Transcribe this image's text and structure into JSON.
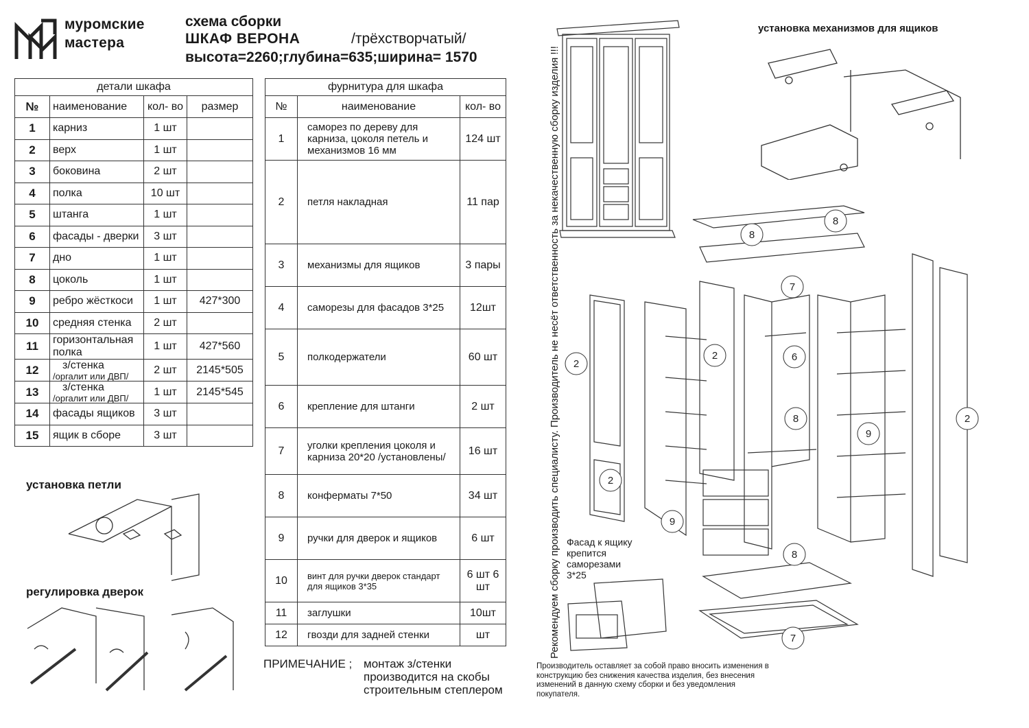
{
  "brand": {
    "line1": "муромские",
    "line2": "мастера"
  },
  "header": {
    "title": "схема сборки",
    "model": "ШКАФ  ВЕРОНА",
    "type": "/трёхстворчатый/",
    "dims": "высота=2260;глубина=635;ширина= 1570"
  },
  "parts": {
    "caption": "детали шкафа",
    "head": {
      "n": "№",
      "name": "наименование",
      "qty": "кол- во",
      "size": "размер"
    },
    "rows": [
      {
        "n": "1",
        "name": "карниз",
        "qty": "1 шт",
        "size": ""
      },
      {
        "n": "2",
        "name": "верх",
        "qty": "1 шт",
        "size": ""
      },
      {
        "n": "3",
        "name": "боковина",
        "qty": "2 шт",
        "size": ""
      },
      {
        "n": "4",
        "name": "полка",
        "qty": "10 шт",
        "size": ""
      },
      {
        "n": "5",
        "name": "штанга",
        "qty": "1 шт",
        "size": ""
      },
      {
        "n": "6",
        "name": "фасады - дверки",
        "qty": "3 шт",
        "size": ""
      },
      {
        "n": "7",
        "name": "дно",
        "qty": "1 шт",
        "size": ""
      },
      {
        "n": "8",
        "name": "цоколь",
        "qty": "1 шт",
        "size": ""
      },
      {
        "n": "9",
        "name": "ребро жёсткоси",
        "qty": "1 шт",
        "size": "427*300"
      },
      {
        "n": "10",
        "name": "средняя стенка",
        "qty": "2 шт",
        "size": ""
      },
      {
        "n": "11",
        "name": "горизонтальная полка",
        "qty": "1 шт",
        "size": "427*560"
      },
      {
        "n": "12",
        "name": "з/стенка",
        "sub": "/оргалит или ДВП/",
        "qty": "2 шт",
        "size": "2145*505"
      },
      {
        "n": "13",
        "name": "з/стенка",
        "sub": "/оргалит или ДВП/",
        "qty": "1 шт",
        "size": "2145*545"
      },
      {
        "n": "14",
        "name": "фасады ящиков",
        "qty": "3 шт",
        "size": ""
      },
      {
        "n": "15",
        "name": "ящик в сборе",
        "qty": "3 шт",
        "size": ""
      }
    ]
  },
  "hardware": {
    "caption": "фурнитура для шкафа",
    "head": {
      "n": "№",
      "name": "наименование",
      "qty": "кол- во"
    },
    "rows": [
      {
        "n": "1",
        "name": "саморез по дереву для карниза, цоколя петель и механизмов  16 мм",
        "qty": "124 шт"
      },
      {
        "n": "2",
        "name": "петля накладная",
        "qty": "11 пар"
      },
      {
        "n": "3",
        "name": "механизмы для ящиков",
        "qty": "3 пары"
      },
      {
        "n": "4",
        "name": "саморезы для фасадов 3*25",
        "qty": "12шт"
      },
      {
        "n": "5",
        "name": "полкодержатели",
        "qty": "60 шт"
      },
      {
        "n": "6",
        "name": "крепление для штанги",
        "qty": "2 шт"
      },
      {
        "n": "7",
        "name": "уголки крепления цоколя и карниза 20*20 /установлены/",
        "qty": "16 шт"
      },
      {
        "n": "8",
        "name": "конферматы 7*50",
        "qty": "34 шт"
      },
      {
        "n": "9",
        "name": "ручки для дверок и ящиков",
        "qty": "6 шт"
      },
      {
        "n": "10",
        "name": "винт для ручки дверок стандарт для ящиков  3*35",
        "qty": "6 шт 6 шт"
      },
      {
        "n": "11",
        "name": "заглушки",
        "qty": "10шт"
      },
      {
        "n": "12",
        "name": "гвозди для задней стенки",
        "qty": "шт"
      }
    ]
  },
  "note": {
    "label": "ПРИМЕЧАНИЕ ;",
    "text": "монтаж з/стенки производится на скобы строительным степлером"
  },
  "sections": {
    "hinge": "установка  петли",
    "doors": "регулировка дверок",
    "mech": "установка механизмов для ящиков"
  },
  "vertical_note": "Рекомендуем сборку производить специалисту. Производитель не несёт ответственность за некачественную сборку изделия !!!",
  "facade_note": "Фасад к ящику крепится саморезами 3*25",
  "disclaimer": "Производитель оставляет за собой право вносить изменения в конструкцию без снижения качества изделия, без внесения изменений в данную схему сборки и без уведомления покупателя."
}
